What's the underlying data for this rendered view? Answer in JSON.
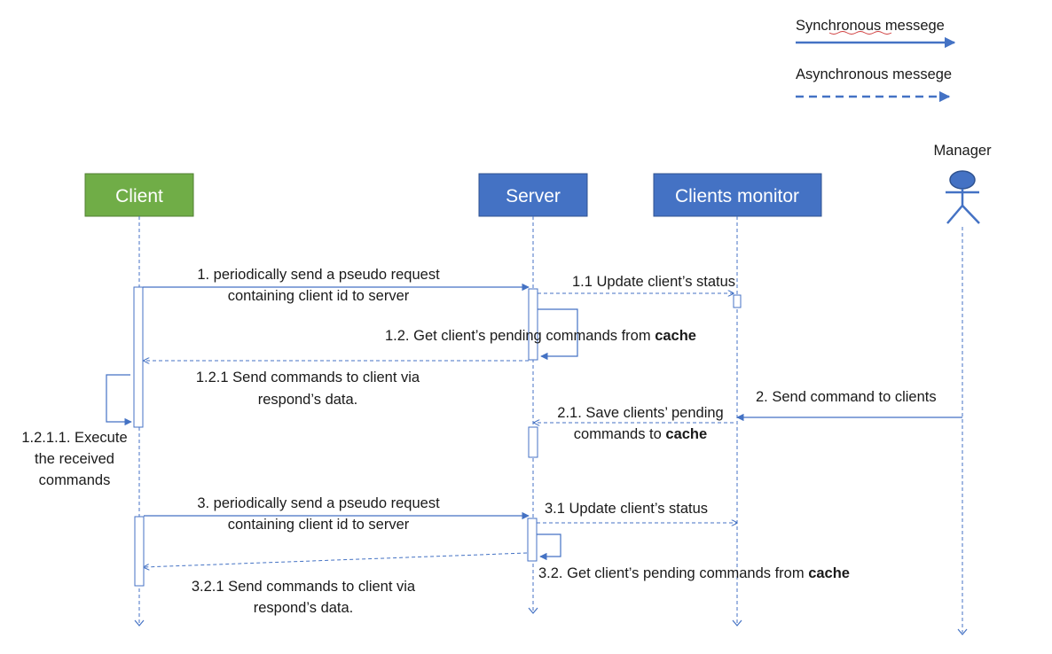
{
  "legend": {
    "sync_label": "Synchronous messege",
    "async_label": "Asynchronous messege"
  },
  "participants": {
    "client": "Client",
    "server": "Server",
    "monitor": "Clients monitor",
    "manager": "Manager"
  },
  "colors": {
    "client_fill": "#70ad47",
    "server_fill": "#4472c4",
    "line": "#4472c4",
    "text": "#1a1a1a"
  },
  "messages": {
    "m1_line1": "1. periodically send a pseudo request",
    "m1_line2": "containing  client id to server",
    "m1_1": "1.1 Update client’s status",
    "m1_2_prefix": "1.2. Get client’s pending commands from ",
    "m1_2_bold": "cache",
    "m1_2_1_line1": "1.2.1 Send commands to client via",
    "m1_2_1_line2": "respond’s data.",
    "m1_2_1_1_line1": "1.2.1.1. Execute",
    "m1_2_1_1_line2": "the received",
    "m1_2_1_1_line3": "commands",
    "m2": "2. Send command to clients",
    "m2_1_line1": "2.1. Save clients’ pending",
    "m2_1_line2_prefix": "commands to ",
    "m2_1_line2_bold": "cache",
    "m3_line1": "3. periodically send a pseudo request",
    "m3_line2": "containing  client id to server",
    "m3_1": "3.1 Update client’s status",
    "m3_2_prefix": "3.2. Get client’s pending commands from ",
    "m3_2_bold": "cache",
    "m3_2_1_line1": "3.2.1 Send commands to client via",
    "m3_2_1_line2": "respond’s data."
  }
}
